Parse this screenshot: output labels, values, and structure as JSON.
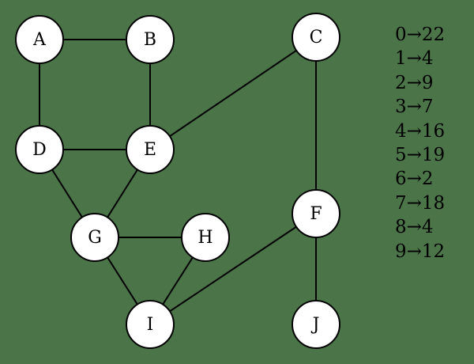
{
  "colors": {
    "background": "#4b7449",
    "node_fill": "#ffffff",
    "stroke": "#000000",
    "text": "#000000"
  },
  "graph": {
    "nodes": [
      {
        "id": "A",
        "label": "A"
      },
      {
        "id": "B",
        "label": "B"
      },
      {
        "id": "C",
        "label": "C"
      },
      {
        "id": "D",
        "label": "D"
      },
      {
        "id": "E",
        "label": "E"
      },
      {
        "id": "F",
        "label": "F"
      },
      {
        "id": "G",
        "label": "G"
      },
      {
        "id": "H",
        "label": "H"
      },
      {
        "id": "I",
        "label": "I"
      },
      {
        "id": "J",
        "label": "J"
      }
    ],
    "edges": [
      [
        "A",
        "B"
      ],
      [
        "A",
        "D"
      ],
      [
        "B",
        "E"
      ],
      [
        "D",
        "E"
      ],
      [
        "C",
        "E"
      ],
      [
        "C",
        "F"
      ],
      [
        "D",
        "G"
      ],
      [
        "E",
        "G"
      ],
      [
        "G",
        "H"
      ],
      [
        "G",
        "I"
      ],
      [
        "H",
        "I"
      ],
      [
        "F",
        "I"
      ],
      [
        "F",
        "J"
      ]
    ]
  },
  "mapping": [
    {
      "key": "0",
      "arrow": "→",
      "value": "22"
    },
    {
      "key": "1",
      "arrow": "→",
      "value": "4"
    },
    {
      "key": "2",
      "arrow": "→",
      "value": "9"
    },
    {
      "key": "3",
      "arrow": "→",
      "value": "7"
    },
    {
      "key": "4",
      "arrow": "→",
      "value": "16"
    },
    {
      "key": "5",
      "arrow": "→",
      "value": "19"
    },
    {
      "key": "6",
      "arrow": "→",
      "value": "2"
    },
    {
      "key": "7",
      "arrow": "→",
      "value": "18"
    },
    {
      "key": "8",
      "arrow": "→",
      "value": "4"
    },
    {
      "key": "9",
      "arrow": "→",
      "value": "12"
    }
  ]
}
